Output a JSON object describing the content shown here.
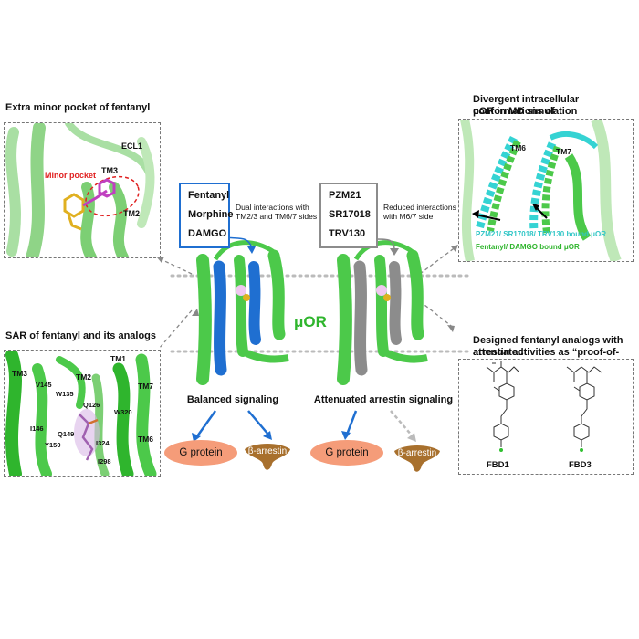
{
  "panels": {
    "minor_pocket": {
      "title": "Extra minor pocket of fentanyl",
      "labels": {
        "pocket": "Minor pocket",
        "ecl1": "ECL1",
        "tm3": "TM3",
        "tm2": "TM2"
      }
    },
    "sar": {
      "title": "SAR of fentanyl and its analogs",
      "labels": {
        "tm1": "TM1",
        "tm2": "TM2",
        "tm3": "TM3",
        "tm6": "TM6",
        "tm7": "TM7",
        "w135": "W135",
        "v145": "V145",
        "q126": "Q126",
        "w320": "W320",
        "i146": "I146",
        "i324": "I324",
        "q149": "Q149",
        "y150": "Y150",
        "i298": "I298"
      }
    },
    "md": {
      "title_line1": "Divergent intracellular conformations of",
      "title_line2": "μOR in MD simulation",
      "labels": {
        "tm6": "TM6",
        "tm7": "TM7"
      },
      "legend_cyan": "PZM21/ SR17018/ TRV130 bound μOR",
      "legend_green": "Fentanyl/ DAMGO bound μOR"
    },
    "analogs": {
      "title_line1": "Designed fentanyl analogs with attenuated",
      "title_line2": "arrestin activities as “proof-of-concept”",
      "compound1": "FBD1",
      "compound2": "FBD3"
    }
  },
  "center": {
    "receptor_label": "μOR",
    "left_ligands": [
      "Fentanyl",
      "Morphine",
      "DAMGO"
    ],
    "right_ligands": [
      "PZM21",
      "SR17018",
      "TRV130"
    ],
    "left_note_line1": "Dual interactions with",
    "left_note_line2": "TM2/3 and TM6/7 sides",
    "right_note_line1": "Reduced interactions",
    "right_note_line2": "with M6/7 side",
    "left_caption": "Balanced signaling",
    "right_caption": "Attenuated arrestin signaling",
    "g_protein": "G protein",
    "arrestin": "β-arrestin"
  },
  "colors": {
    "helix_green": "#4cc94a",
    "light_green": "#a9dfa3",
    "blue": "#1f6fd1",
    "gray": "#8c8c8c",
    "cyan": "#35d3d3",
    "g_protein": "#f59c79",
    "arrestin": "#a8702d",
    "ligand_magenta": "#c040c0",
    "ligand_yellow": "#e0b020"
  }
}
